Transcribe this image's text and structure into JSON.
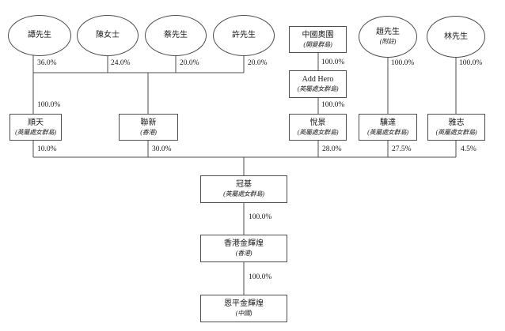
{
  "diagram": {
    "type": "shareholding-structure-chart",
    "colors": {
      "line": "#4d4d4d",
      "border": "#4d4d4d",
      "text": "#1a1a1a",
      "background": "#ffffff"
    },
    "nodes": {
      "tan": {
        "label": "譚先生"
      },
      "chan": {
        "label": "陳女士"
      },
      "choi": {
        "label": "蔡先生"
      },
      "hui": {
        "label": "許先生"
      },
      "zhao": {
        "label": "趙先生",
        "note": "(附註)"
      },
      "lam": {
        "label": "林先生"
      },
      "aoyuan": {
        "label": "中國奧園",
        "jurisdiction": "(開曼群島)"
      },
      "addhero": {
        "label": "Add Hero",
        "jurisdiction": "(英屬處女群島)"
      },
      "shuntian": {
        "label": "順天",
        "jurisdiction": "(英屬處女群島)"
      },
      "lianxin": {
        "label": "聯新",
        "jurisdiction": "(香港)"
      },
      "yuejing": {
        "label": "悅景",
        "jurisdiction": "(英屬處女群島)"
      },
      "jida": {
        "label": "驥達",
        "jurisdiction": "(英屬處女群島)"
      },
      "yazhi": {
        "label": "雅志",
        "jurisdiction": "(英屬處女群島)"
      },
      "guanji": {
        "label": "冠基",
        "jurisdiction": "(英屬處女群島)"
      },
      "hk_jinhuihuang": {
        "label": "香港金輝煌",
        "jurisdiction": "(香港)"
      },
      "enping_jinhuihuang": {
        "label": "恩平金輝煌",
        "jurisdiction": "(中國)"
      }
    },
    "percentages": {
      "tan_lianxin": "36.0%",
      "chan_lianxin": "24.0%",
      "choi_lianxin": "20.0%",
      "hui_lianxin": "20.0%",
      "aoyuan_addhero": "100.0%",
      "zhao_jida": "100.0%",
      "lam_yazhi": "100.0%",
      "tan_shuntian": "100.0%",
      "addhero_yuejing": "100.0%",
      "shuntian_guanji": "10.0%",
      "lianxin_guanji": "30.0%",
      "yuejing_guanji": "28.0%",
      "jida_guanji": "27.5%",
      "yazhi_guanji": "4.5%",
      "guanji_hkjhh": "100.0%",
      "hkjhh_epjhh": "100.0%"
    }
  }
}
